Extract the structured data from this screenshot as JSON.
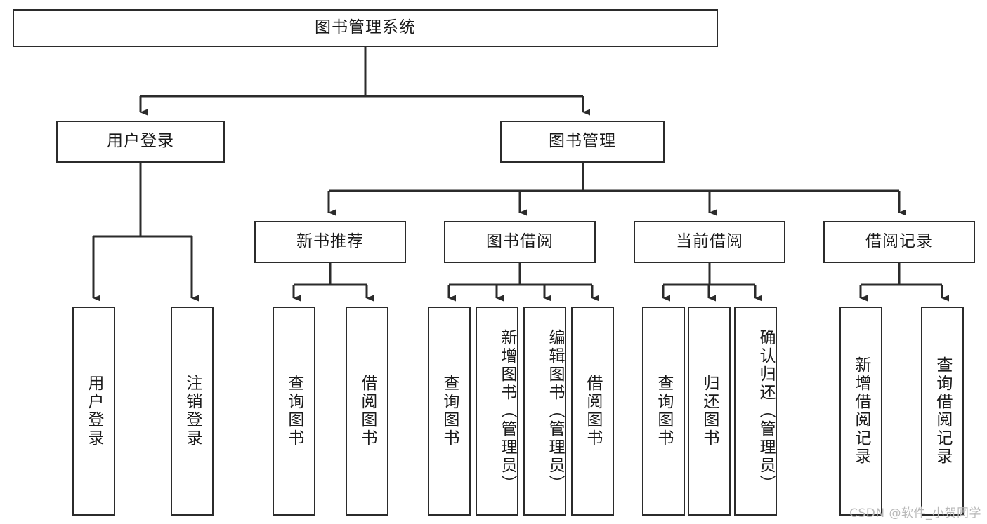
{
  "diagram": {
    "type": "tree-hierarchy",
    "title": "图书管理系统",
    "watermark": "CSDN @软件_小贺同学",
    "colors": {
      "box_border": "#2b2b2b",
      "box_fill": "#ffffff",
      "connector": "#2b2b2b",
      "text": "#1a1a1a",
      "watermark": "#b9b9b9",
      "background": "#ffffff"
    },
    "root": {
      "label": "图书管理系统"
    },
    "level2": [
      {
        "id": "user-login",
        "label": "用户登录"
      },
      {
        "id": "book-manage",
        "label": "图书管理"
      }
    ],
    "level3": [
      {
        "id": "new-book-recommend",
        "label": "新书推荐",
        "parent": "book-manage"
      },
      {
        "id": "book-borrow",
        "label": "图书借阅",
        "parent": "book-manage"
      },
      {
        "id": "current-borrow",
        "label": "当前借阅",
        "parent": "book-manage"
      },
      {
        "id": "borrow-record",
        "label": "借阅记录",
        "parent": "book-manage"
      }
    ],
    "leaves": [
      {
        "id": "leaf-user-login",
        "label": "用户登录",
        "parent": "user-login"
      },
      {
        "id": "leaf-user-logout",
        "label": "注销登录",
        "parent": "user-login"
      },
      {
        "id": "leaf-query-book-1",
        "label": "查询图书",
        "parent": "new-book-recommend"
      },
      {
        "id": "leaf-borrow-book-1",
        "label": "借阅图书",
        "parent": "new-book-recommend"
      },
      {
        "id": "leaf-query-book-2",
        "label": "查询图书",
        "parent": "book-borrow"
      },
      {
        "id": "leaf-add-book",
        "label": "新增图书（管理员）",
        "parent": "book-borrow"
      },
      {
        "id": "leaf-edit-book",
        "label": "编辑图书（管理员）",
        "parent": "book-borrow"
      },
      {
        "id": "leaf-borrow-book-2",
        "label": "借阅图书",
        "parent": "book-borrow"
      },
      {
        "id": "leaf-query-book-3",
        "label": "查询图书",
        "parent": "current-borrow"
      },
      {
        "id": "leaf-return-book",
        "label": "归还图书",
        "parent": "current-borrow"
      },
      {
        "id": "leaf-confirm-return",
        "label": "确认归还（管理员）",
        "parent": "current-borrow"
      },
      {
        "id": "leaf-add-record",
        "label": "新增借阅记录",
        "parent": "borrow-record"
      },
      {
        "id": "leaf-query-record",
        "label": "查询借阅记录",
        "parent": "borrow-record"
      }
    ]
  }
}
